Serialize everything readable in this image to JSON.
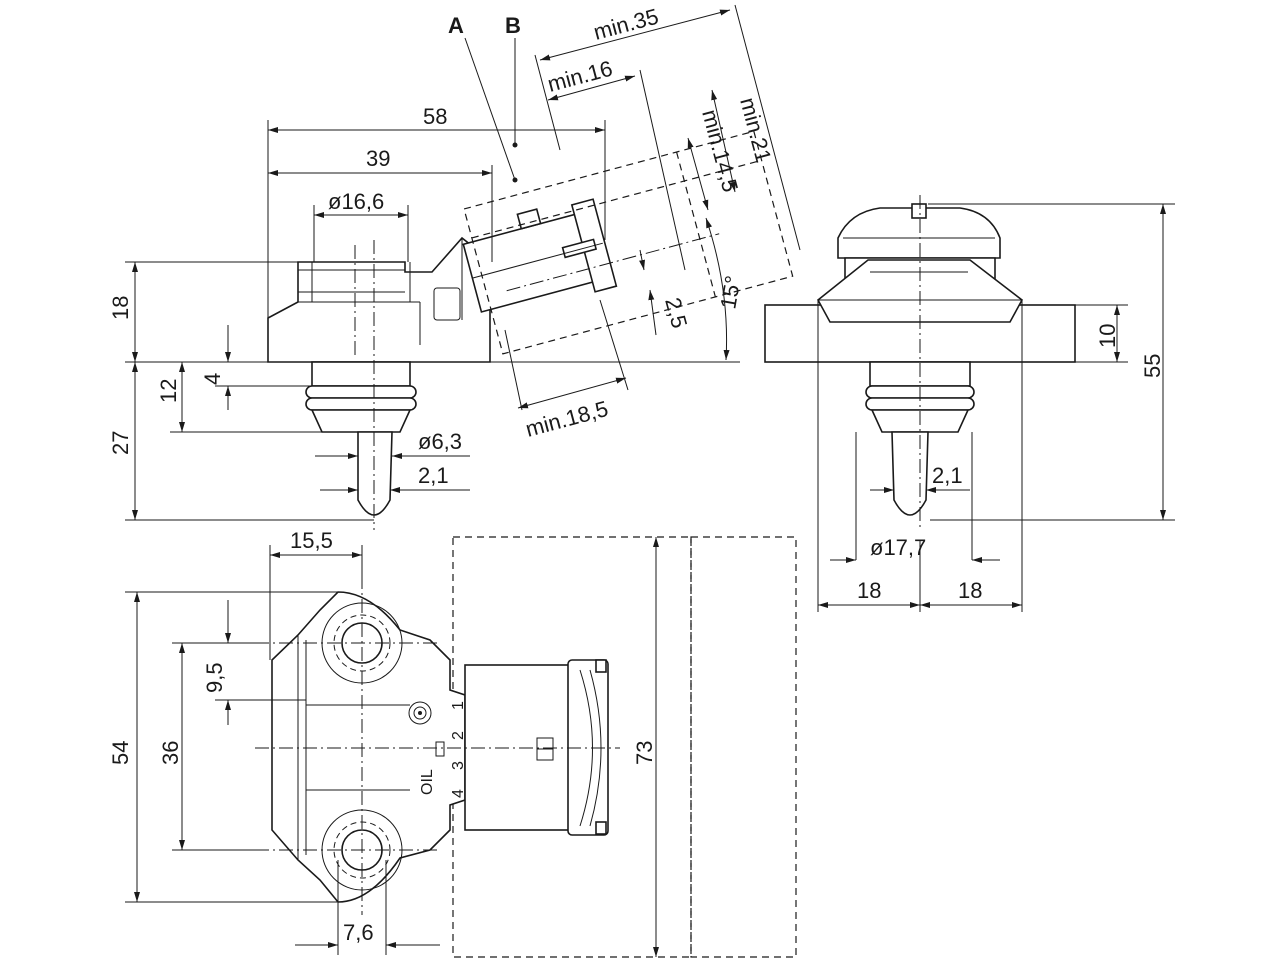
{
  "labels": {
    "A": "A",
    "B": "B",
    "min35": "min.35",
    "min16": "min.16",
    "min21": "min.21",
    "min14_5": "min.14,5",
    "deg15": "15°",
    "d2_5": "2,5",
    "min18_5": "min.18,5",
    "d58": "58",
    "d39": "39",
    "dia16_6": "ø16,6",
    "d18": "18",
    "d4": "4",
    "d12": "12",
    "d27": "27",
    "dia6_3": "ø6,3",
    "d2_1_left": "2,1",
    "d2_1_right": "2,1",
    "d10": "10",
    "d55": "55",
    "dia17_7": "ø17,7",
    "d18_a": "18",
    "d18_b": "18",
    "d15_5": "15,5",
    "d9_5": "9,5",
    "d54": "54",
    "d36": "36",
    "d7_6": "7,6",
    "d73": "73",
    "pin1": "1",
    "pin2": "2",
    "pin3": "3",
    "pin4": "4",
    "oil": "OIL"
  }
}
